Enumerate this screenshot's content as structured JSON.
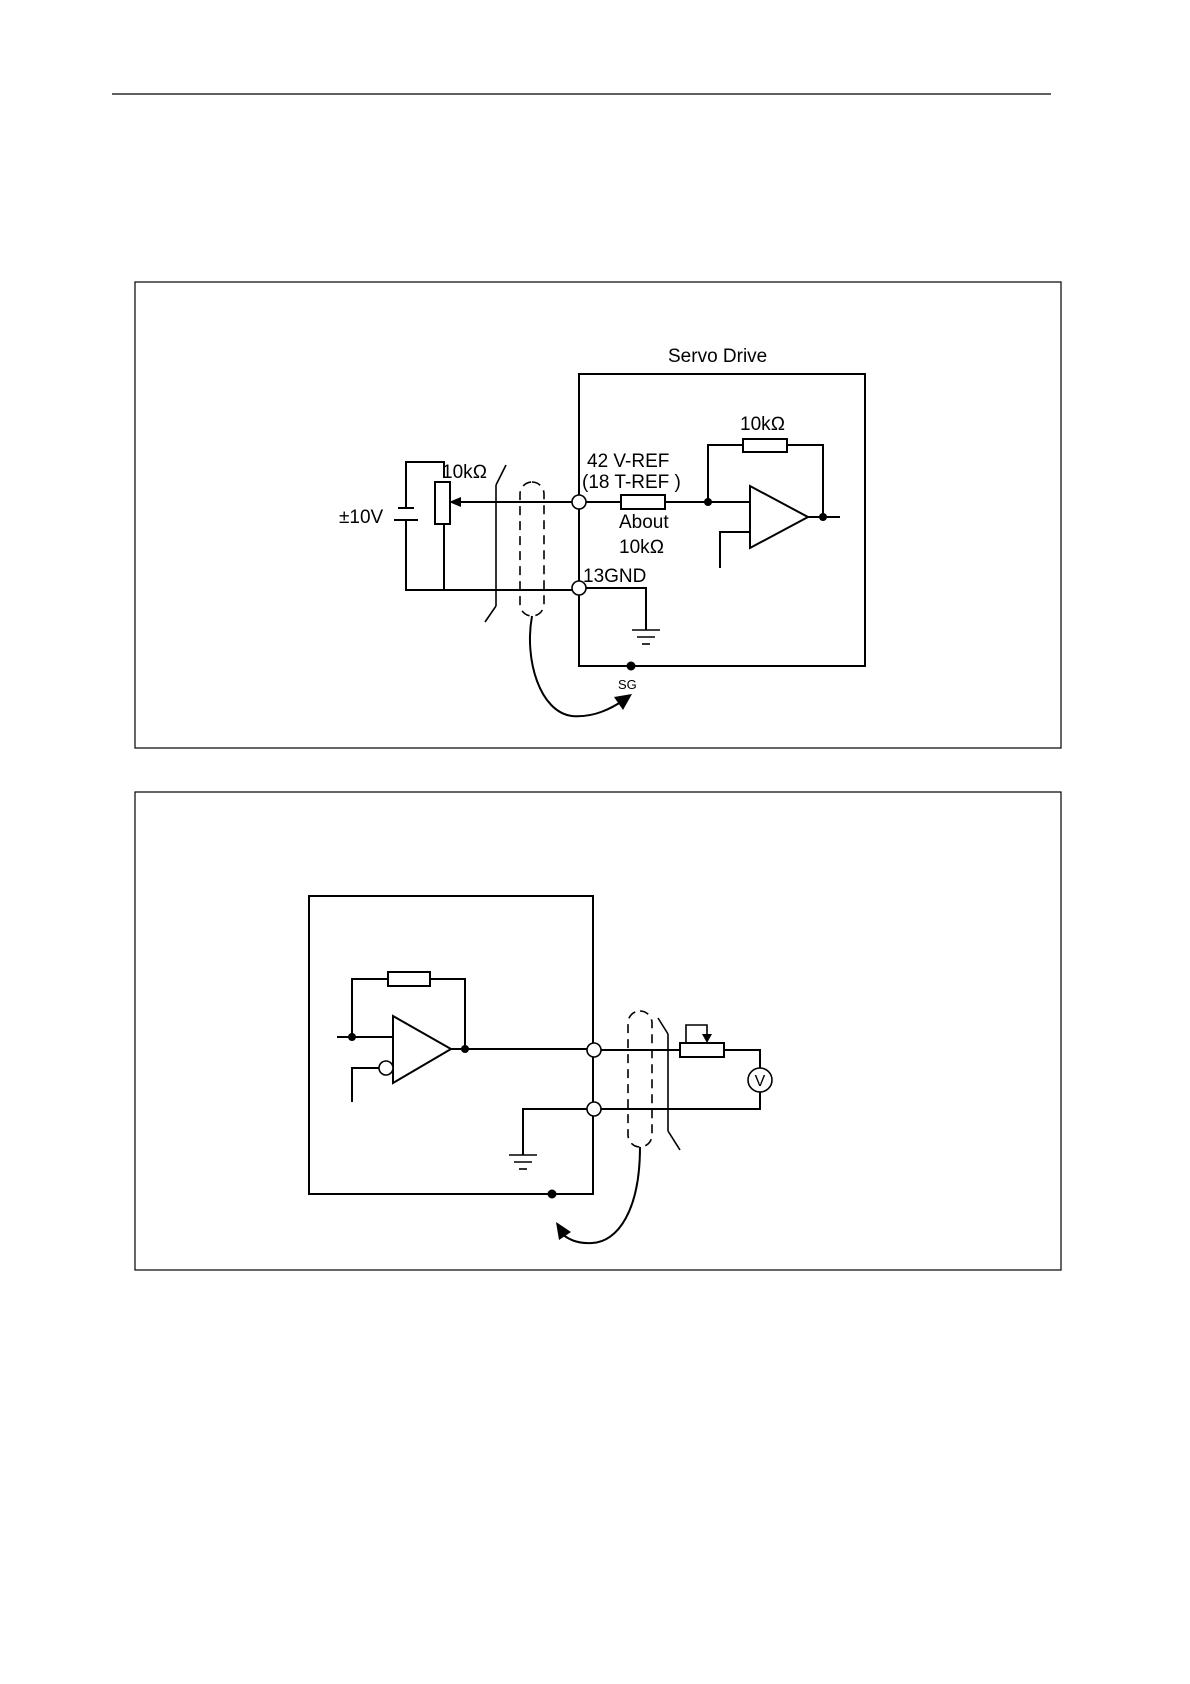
{
  "top_diagram": {
    "servo_drive_label": "Servo Drive",
    "feedback_resistor_label": "10kΩ",
    "potentiometer_label": "10kΩ",
    "supply_label": "±10V",
    "vref_pin_label": "42 V-REF",
    "tref_pin_label": "(18 T-REF )",
    "input_resistor_label_line1": "About",
    "input_resistor_label_line2": "10kΩ",
    "gnd_pin_label": "13GND",
    "sg_label": "SG"
  },
  "bottom_diagram": {
    "meter_symbol": "V"
  }
}
